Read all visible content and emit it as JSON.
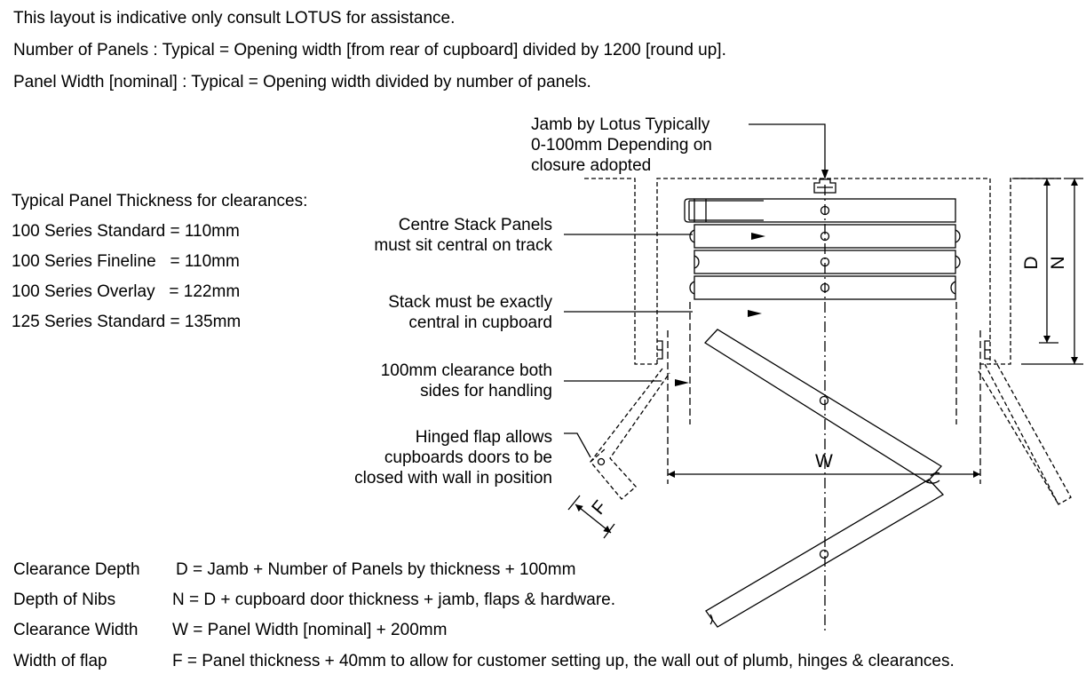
{
  "notes": {
    "line1": "This layout is indicative only consult LOTUS for assistance.",
    "line2": "Number of Panels : Typical = Opening width [from rear of cupboard] divided by 1200 [round up].",
    "line3": "Panel Width [nominal] : Typical = Opening width divided by number of panels."
  },
  "thickness": {
    "heading": "Typical Panel Thickness for clearances:",
    "items": [
      "100 Series Standard = 110mm",
      "100 Series Fineline   = 110mm",
      "100 Series Overlay   = 122mm",
      "125 Series Standard = 135mm"
    ]
  },
  "callouts": {
    "jamb": [
      "Jamb by Lotus Typically",
      "0-100mm Depending on",
      "closure adopted"
    ],
    "centre_stack": [
      "Centre Stack Panels",
      "must sit central on track"
    ],
    "stack_central": [
      "Stack must be exactly",
      "central in cupboard"
    ],
    "clearance": [
      "100mm clearance both",
      "sides for handling"
    ],
    "flap": [
      "Hinged flap allows",
      "cupboards doors to be",
      "closed with wall in position"
    ]
  },
  "dimensions": {
    "d": "D",
    "n": "N",
    "w": "W",
    "f": "F"
  },
  "formulas": [
    {
      "label": "Clearance Depth",
      "text": "D = Jamb + Number of Panels by thickness + 100mm"
    },
    {
      "label": "Depth of Nibs",
      "text": "N = D + cupboard door thickness + jamb, flaps & hardware."
    },
    {
      "label": "Clearance Width",
      "text": "W = Panel Width [nominal] + 200mm"
    },
    {
      "label": "Width of flap",
      "text": "F = Panel thickness + 40mm to allow for customer setting up, the wall out of plumb, hinges & clearances."
    }
  ]
}
